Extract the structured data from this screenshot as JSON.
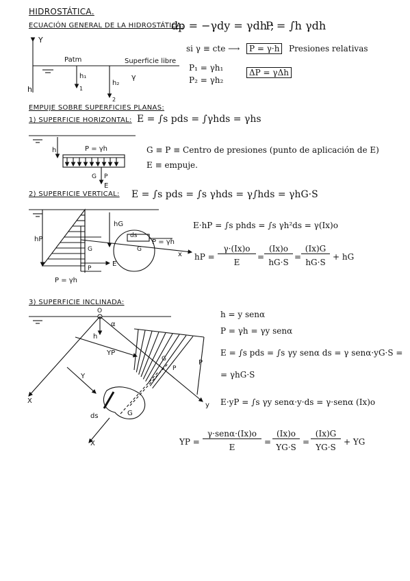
{
  "title": "HIDROSTÁTICA.",
  "general": {
    "heading": "ECUACIÓN GENERAL DE LA HIDROSTÁTICA:",
    "eq1": "dp = −γdy = γdh ;",
    "eq2": "P = ∫h γdh",
    "cond": "si γ ≡ cte ⟶",
    "boxed": "P = γ·h",
    "relativas": "Presiones relativas",
    "p1": "P₁ = γh₁",
    "p2": "P₂ = γh₂",
    "deltaBox": "ΔP = γΔh",
    "fig": {
      "y": "Y",
      "h": "h",
      "patm": "Patm",
      "superficie": "Superficie libre",
      "gamma": "γ",
      "h1": "h₁",
      "h2": "h₂",
      "pt1": "1",
      "pt2": "2"
    }
  },
  "empuje": {
    "heading": "EMPUJE SOBRE SUPERFICIES PLANAS:",
    "horizontal": {
      "label": "1) SUPERFICIE HORIZONTAL:",
      "eq": "E = ∫s pds = ∫γhds = γhs",
      "gp": "G ≡ P ≡ Centro de presiones (punto de aplicación de E)",
      "e": "E ≡ empuje.",
      "fig": {
        "h": "h",
        "p": "P = γh",
        "g": "G",
        "pp": "P",
        "e": "E"
      }
    },
    "vertical": {
      "label": "2) SUPERFICIE VERTICAL:",
      "eq": "E = ∫s pds = ∫s γhds = γ∫hds = γhG·S",
      "ehp": "E·hP = ∫s phds = ∫s γh²ds = γ(Ix)o",
      "hp_lhs": "hP =",
      "f1n": "γ·(Ix)o",
      "f1d": "E",
      "f2n": "(Ix)o",
      "f2d": "hG·S",
      "f3n": "(Ix)G",
      "f3d": "hG·S",
      "hp_tail": "+ hG",
      "fig": {
        "hp": "hP",
        "hg": "hG",
        "ds": "ds",
        "g": "G",
        "pgh": "P = γh",
        "x": "x",
        "gp": "G",
        "pp": "P",
        "e": "E",
        "p": "P = γh"
      }
    },
    "inclinada": {
      "label": "3) SUPERFICIE INCLINADA:",
      "h": "h = y senα",
      "p": "P = γh = γy senα",
      "e1": "E = ∫s pds = ∫s γy senα ds = γ senα·yG·S =",
      "e2": "= γhG·S",
      "eyp": "E·yP = ∫s γy senα·y·ds = γ·senα (Ix)o",
      "yp_lhs": "YP =",
      "f1n": "γ·senα·(Ix)o",
      "f1d": "E",
      "f2n": "(Ix)o",
      "f2d": "YG·S",
      "f3n": "(Ix)G",
      "f3d": "YG·S",
      "yp_tail": "+ YG",
      "fig": {
        "o": "O",
        "alpha": "α",
        "h": "h",
        "yp": "YP",
        "y": "Y",
        "x": "X",
        "x2": "X",
        "ds": "ds",
        "g": "G",
        "g2": "G",
        "p": "P",
        "pp": "P",
        "yaxis": "y"
      }
    }
  }
}
